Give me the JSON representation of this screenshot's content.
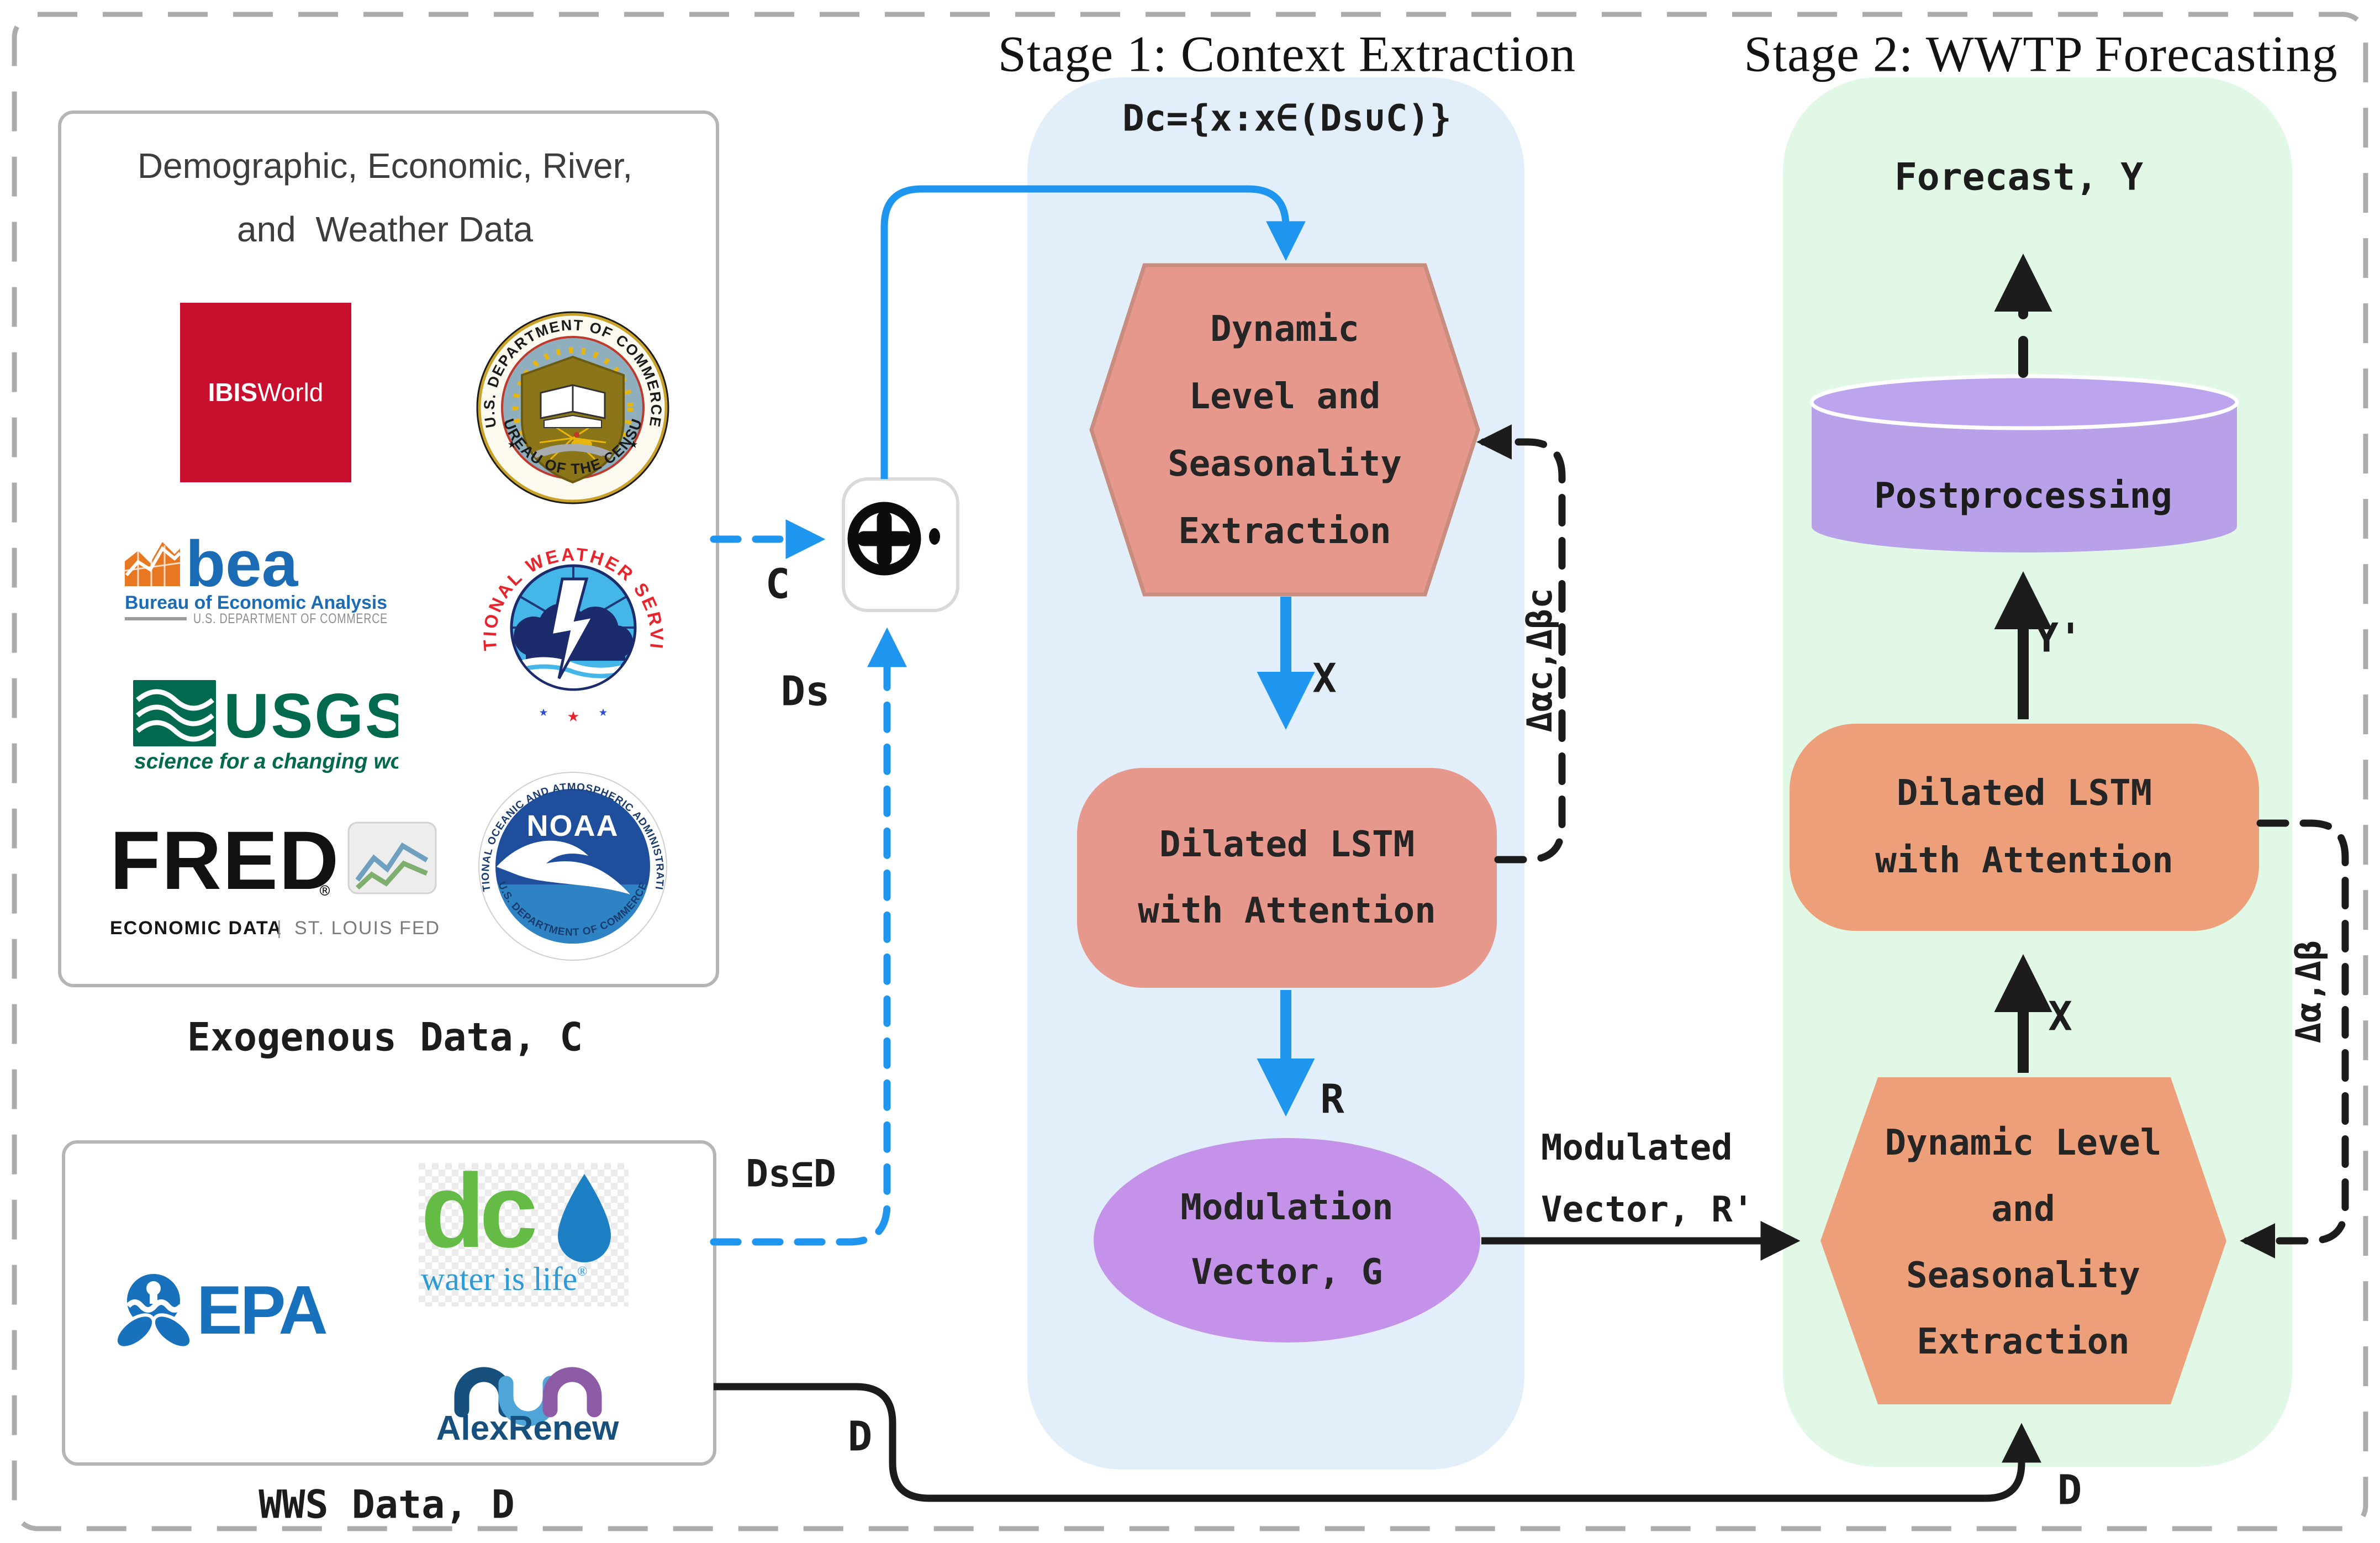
{
  "title_stage1": "Stage 1: Context Extraction",
  "title_stage2": "Stage 2: WWTP Forecasting",
  "exogenous_box": {
    "title_line1": "Demographic, Economic, River,",
    "title_line2": "and  Weather Data",
    "caption": "Exogenous Data, C",
    "logos": {
      "ibisworld": {
        "bold": "IBIS",
        "rest": "World"
      },
      "census": {
        "arc_top": "U.S. DEPARTMENT OF COMMERCE",
        "arc_bottom": "BUREAU OF THE CENSUS",
        "star_left": "★",
        "star_right": "★"
      },
      "bea": {
        "name": "bea",
        "line1": "Bureau of Economic Analysis",
        "line2": "U.S. DEPARTMENT OF COMMERCE"
      },
      "nws": {
        "arc": "NATIONAL WEATHER SERVICE",
        "stars": [
          "★",
          "★",
          "★"
        ]
      },
      "usgs": {
        "name": "USGS",
        "tagline": "science for a changing world"
      },
      "fred": {
        "name": "FRED",
        "reg": "®",
        "footer_left": "ECONOMIC DATA",
        "footer_sep": "|",
        "footer_right": "ST. LOUIS FED"
      },
      "noaa": {
        "name": "NOAA",
        "arc_top": "NATIONAL OCEANIC AND ATMOSPHERIC ADMINISTRATION",
        "arc_bottom": "U.S. DEPARTMENT OF COMMERCE"
      }
    }
  },
  "wws_box": {
    "caption": "WWS Data, D",
    "logos": {
      "epa": {
        "name": "EPA"
      },
      "dcwater": {
        "name": "dc",
        "tagline": "water is life",
        "reg": "®"
      },
      "alexrenew": {
        "name": "AlexRenew"
      }
    }
  },
  "stage1": {
    "set_formula": "Dc={x:x∈(Ds∪C)}",
    "hexagon": {
      "line1": "Dynamic",
      "line2": "Level and",
      "line3": "Seasonality",
      "line4": "Extraction"
    },
    "lstm": {
      "line1": "Dilated LSTM",
      "line2": "with Attention"
    },
    "modulation": {
      "line1": "Modulation",
      "line2": "Vector, G"
    },
    "feedback_label": "Δαc,Δβc",
    "arrow_x": "X",
    "arrow_r": "R"
  },
  "stage2": {
    "forecast": "Forecast, Y",
    "postprocessing": "Postprocessing",
    "lstm": {
      "line1": "Dilated LSTM",
      "line2": "with Attention"
    },
    "hexagon": {
      "line1": "Dynamic Level",
      "line2": "and",
      "line3": "Seasonality",
      "line4": "Extraction"
    },
    "feedback_label": "Δα,Δβ",
    "arrow_yprime": "Y'",
    "arrow_x": "X",
    "arrow_d": "D"
  },
  "edges": {
    "c_label": "C",
    "ds_label": "Ds",
    "subset_label": "Ds⊆D",
    "d_label": "D",
    "modulated_line1": "Modulated",
    "modulated_line2": "Vector, R'"
  },
  "colors": {
    "blue_arrow": "#1E96F0",
    "stage1_bg": "#E2EFFB",
    "stage2_bg": "#E2F8E7",
    "salmon_stage1": "#E6988C",
    "salmon_stage2": "#EC9F79",
    "purple_ellipse": "#C493E9",
    "purple_cylinder": "#B9A1EA",
    "border_gray": "#ACACAC"
  }
}
